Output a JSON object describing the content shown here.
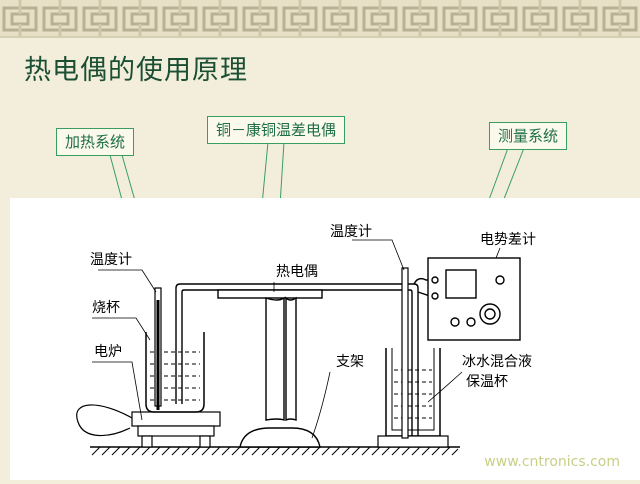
{
  "title": "热电偶的使用原理",
  "callouts": {
    "heating": "加热系统",
    "thermocouple": "铜－康铜温差电偶",
    "measuring": "测量系统"
  },
  "labels": {
    "thermometer_left": "温度计",
    "beaker": "烧杯",
    "furnace": "电炉",
    "thermocouple": "热电偶",
    "thermometer_right": "温度计",
    "potentiometer": "电势差计",
    "stand": "支架",
    "ice_mix_line1": "冰水混合液",
    "ice_mix_line2": "保温杯"
  },
  "watermark": "www.cntronics.com",
  "colors": {
    "background": "#f3eedb",
    "title": "#1b4f33",
    "callout_border": "#3a9e63",
    "callout_text": "#1f6e46",
    "border_pattern": "#b9b194"
  }
}
